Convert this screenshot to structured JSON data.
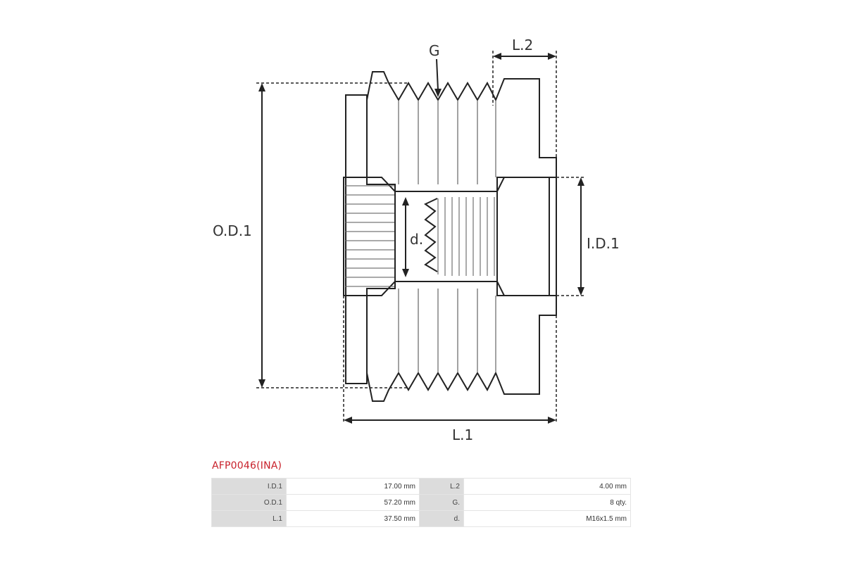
{
  "diagram": {
    "labels": {
      "g": "G",
      "l2": "L.2",
      "od1": "O.D.1",
      "id1": "I.D.1",
      "d": "d.",
      "l1": "L.1"
    },
    "line_color": "#222222"
  },
  "part": {
    "title": "AFP0046(INA)",
    "title_color": "#c8202a"
  },
  "specs": {
    "rows": [
      [
        {
          "key": "I.D.1",
          "value": "17.00 mm"
        },
        {
          "key": "L.2",
          "value": "4.00 mm"
        }
      ],
      [
        {
          "key": "O.D.1",
          "value": "57.20 mm"
        },
        {
          "key": "G.",
          "value": "8 qty."
        }
      ],
      [
        {
          "key": "L.1",
          "value": "37.50 mm"
        },
        {
          "key": "d.",
          "value": "M16x1.5 mm"
        }
      ]
    ]
  }
}
